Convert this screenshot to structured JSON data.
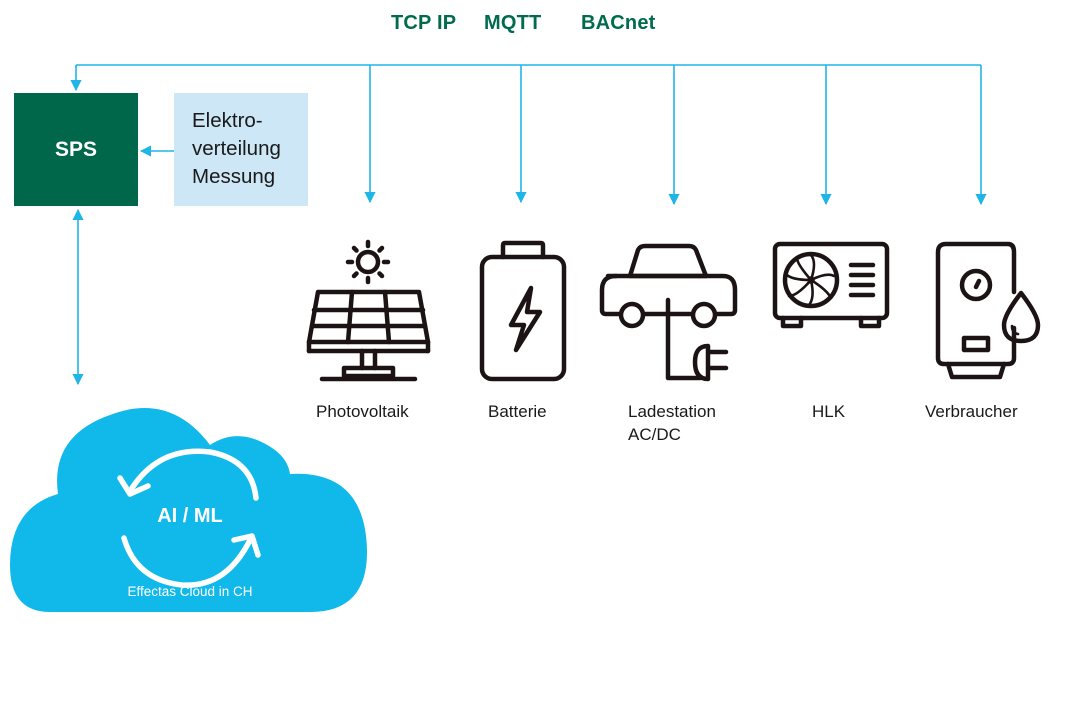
{
  "protocols": [
    "TCP IP",
    "MQTT",
    "BACnet"
  ],
  "controller": {
    "label": "SPS"
  },
  "metering": {
    "lines": [
      "Elektro-",
      "verteilung",
      "Messung"
    ]
  },
  "devices": [
    {
      "icon": "solar-panel-icon",
      "label_lines": [
        "Photovoltaik"
      ]
    },
    {
      "icon": "battery-icon",
      "label_lines": [
        "Batterie"
      ]
    },
    {
      "icon": "ev-charger-icon",
      "label_lines": [
        "Ladestation",
        "AC/DC"
      ]
    },
    {
      "icon": "hvac-unit-icon",
      "label_lines": [
        "HLK"
      ]
    },
    {
      "icon": "water-heater-icon",
      "label_lines": [
        "Verbraucher"
      ]
    }
  ],
  "cloud": {
    "title": "AI / ML",
    "subtitle": "Effectas Cloud in CH"
  },
  "colors": {
    "protocol_text": "#006b4e",
    "controller_bg": "#00674b",
    "metering_bg": "#cde7f7",
    "connector": "#1fb5e6",
    "cloud": "#10b9ea",
    "icon_stroke": "#1c1314"
  }
}
